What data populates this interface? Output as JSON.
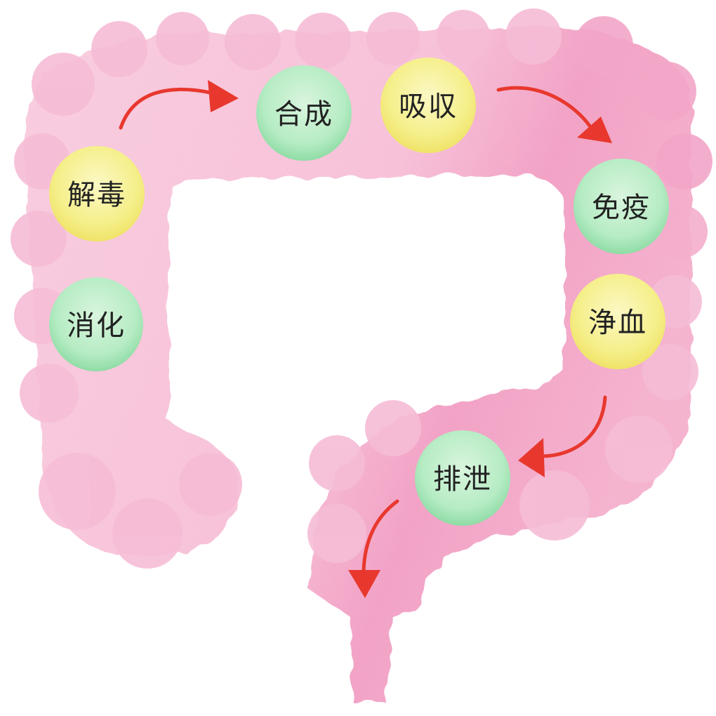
{
  "diagram": {
    "nodes": [
      {
        "id": "shoka",
        "label": "消化",
        "color": "green"
      },
      {
        "id": "gedoku",
        "label": "解毒",
        "color": "yellow"
      },
      {
        "id": "gosei",
        "label": "合成",
        "color": "green"
      },
      {
        "id": "kyushu",
        "label": "吸収",
        "color": "yellow"
      },
      {
        "id": "meneki",
        "label": "免疫",
        "color": "green"
      },
      {
        "id": "joketsu",
        "label": "浄血",
        "color": "yellow"
      },
      {
        "id": "haisetsu",
        "label": "排泄",
        "color": "green"
      }
    ],
    "colors": {
      "intestine": "#f6bcd6",
      "intestine_dark": "#f0a0c4",
      "green": "#b6ecc4",
      "yellow": "#f7f08a",
      "arrow": "#e8382e"
    }
  }
}
